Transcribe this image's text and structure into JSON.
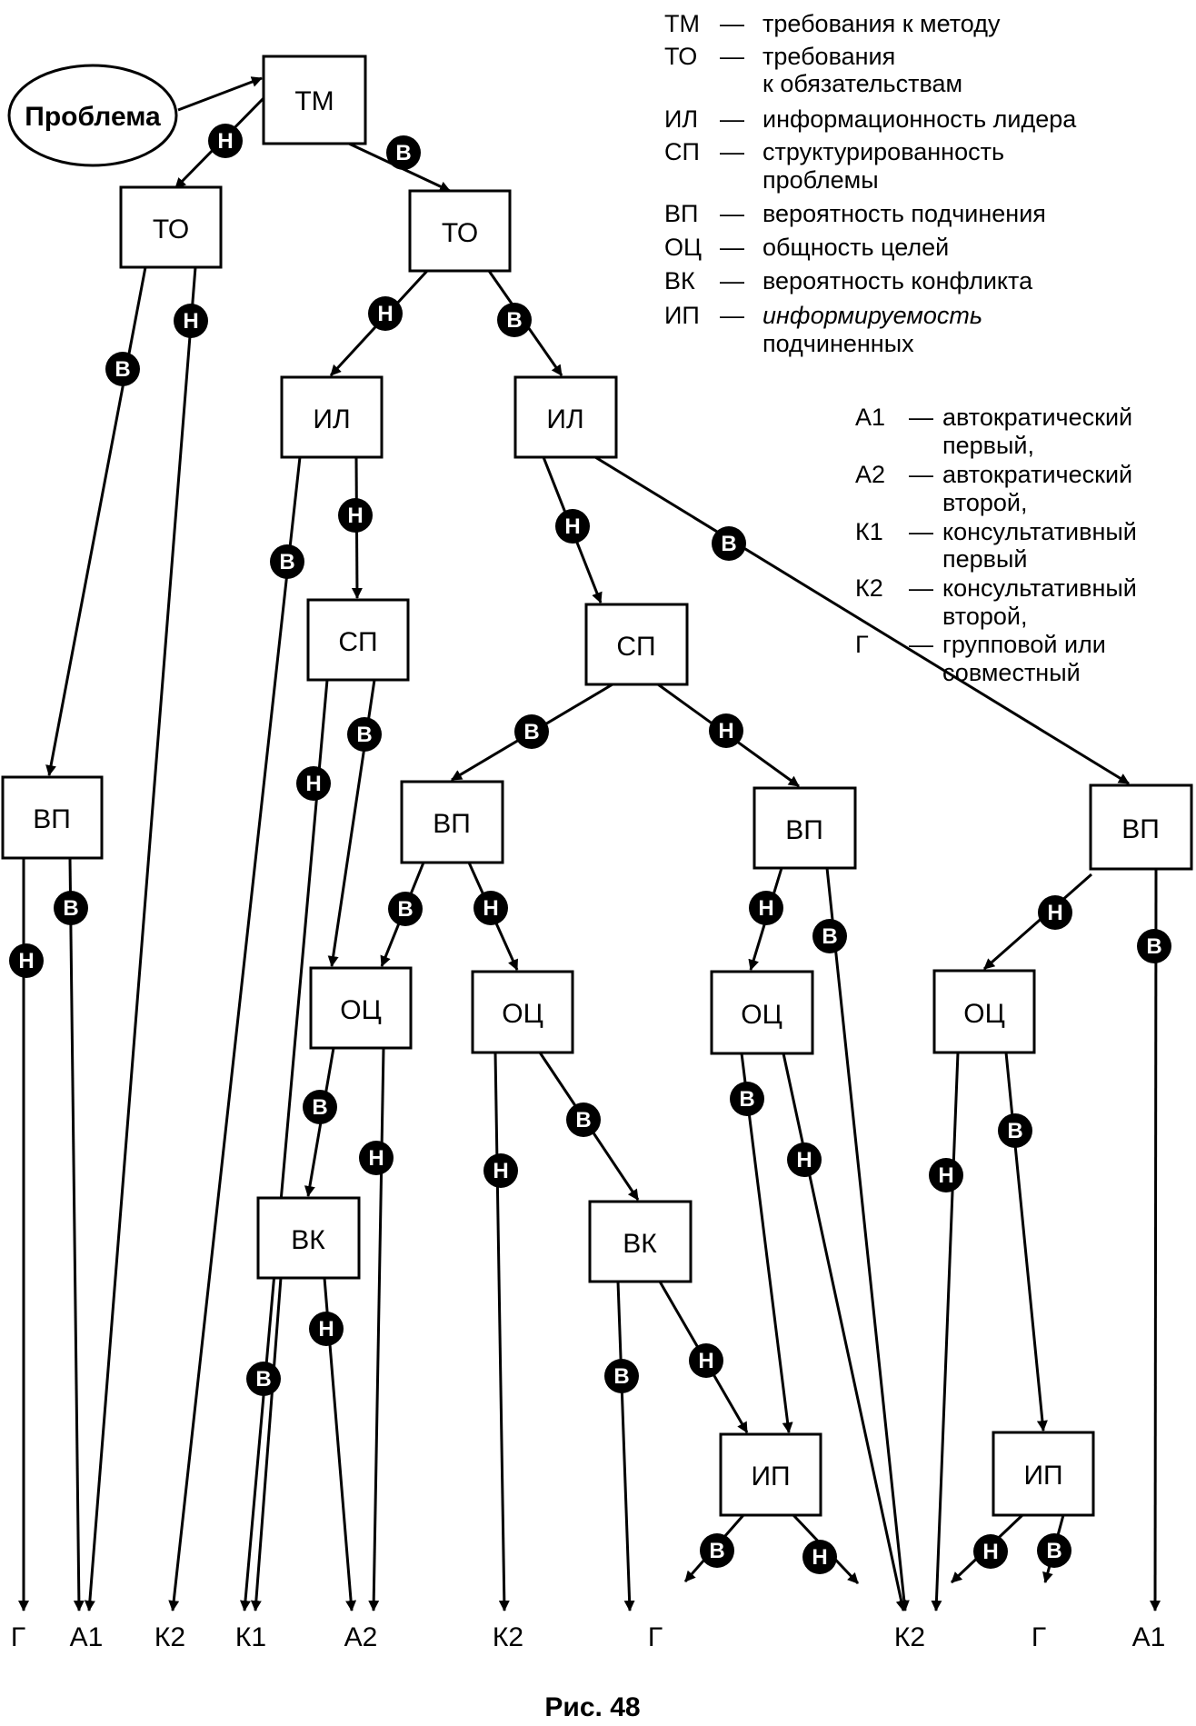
{
  "problem": "Проблема",
  "node_labels": {
    "tm": "ТМ",
    "to": "ТО",
    "il": "ИЛ",
    "sp": "СП",
    "vp": "ВП",
    "oc": "ОЦ",
    "vk": "ВК",
    "ip": "ИП"
  },
  "badge_labels": {
    "yes": "В",
    "no": "Н"
  },
  "terminal_labels": [
    "Г",
    "А1",
    "К2",
    "К1",
    "А2",
    "К2",
    "Г",
    "К2",
    "Г",
    "А1"
  ],
  "legend_criteria": [
    {
      "code": "ТМ",
      "dash": "—",
      "text": [
        "требования к методу"
      ]
    },
    {
      "code": "ТО",
      "dash": "—",
      "text": [
        "требования",
        "к обязательствам"
      ]
    },
    {
      "code": "ИЛ",
      "dash": "—",
      "text": [
        "информационность лидера"
      ]
    },
    {
      "code": "СП",
      "dash": "—",
      "text": [
        "структурированность",
        "проблемы"
      ]
    },
    {
      "code": "ВП",
      "dash": "—",
      "text": [
        "вероятность подчинения"
      ]
    },
    {
      "code": "ОЦ",
      "dash": "—",
      "text": [
        "общность целей"
      ]
    },
    {
      "code": "ВК",
      "dash": "—",
      "text": [
        "вероятность конфликта"
      ]
    },
    {
      "code": "ИП",
      "dash": "—",
      "text": [
        "информируемость",
        "подчиненных"
      ]
    }
  ],
  "legend_styles": [
    {
      "code": "А1",
      "dash": "—",
      "text": [
        "автократический",
        "первый,"
      ]
    },
    {
      "code": "А2",
      "dash": "—",
      "text": [
        "автократический",
        "второй,"
      ]
    },
    {
      "code": "К1",
      "dash": "—",
      "text": [
        "консультативный",
        "первый"
      ]
    },
    {
      "code": "К2",
      "dash": "—",
      "text": [
        "консультативный",
        "второй,"
      ]
    },
    {
      "code": "Г",
      "dash": "—",
      "text": [
        "групповой или",
        "совместный"
      ]
    }
  ],
  "caption": "Рис. 48"
}
